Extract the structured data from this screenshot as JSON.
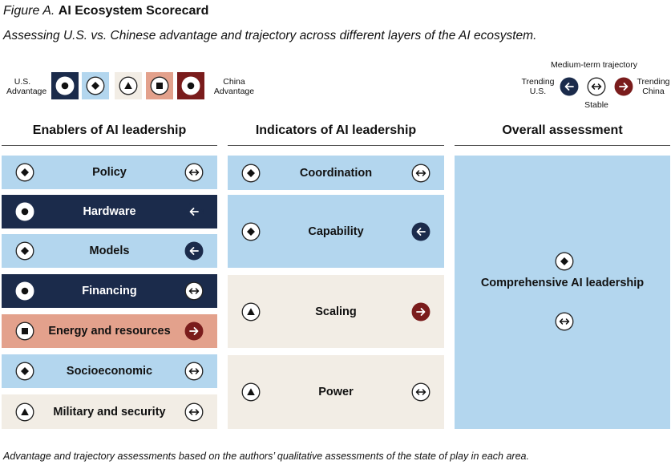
{
  "header": {
    "figure_label": "Figure A.",
    "figure_name": "AI Ecosystem Scorecard",
    "subtitle": "Assessing U.S. vs. Chinese advantage and trajectory across different layers of the AI ecosystem."
  },
  "colors": {
    "us_strong": "#1b2b4b",
    "us_lean": "#b3d6ee",
    "neutral": "#f2ede5",
    "china_lean": "#e3a18c",
    "china_strong": "#7a1c1c"
  },
  "legend": {
    "left_label_line1": "U.S.",
    "left_label_line2": "Advantage",
    "right_label_line1": "China",
    "right_label_line2": "Advantage",
    "swatches": [
      {
        "level": "us-strong",
        "icon": "circle-icon"
      },
      {
        "level": "us-lean",
        "icon": "diamond-icon"
      },
      {
        "level": "even",
        "icon": "triangle-icon"
      },
      {
        "level": "china-lean",
        "icon": "square-icon"
      },
      {
        "level": "china-strong",
        "icon": "circle-icon"
      }
    ]
  },
  "trajectory_legend": {
    "title": "Medium-term trajectory",
    "left_line1": "Trending",
    "left_line2": "U.S.",
    "center": "Stable",
    "right_line1": "Trending",
    "right_line2": "China"
  },
  "columns": {
    "enablers": "Enablers of AI leadership",
    "indicators": "Indicators of AI leadership",
    "overall": "Overall assessment"
  },
  "enablers": [
    {
      "label": "Policy",
      "advantage": "us-lean",
      "trajectory": "stable"
    },
    {
      "label": "Hardware",
      "advantage": "us-strong",
      "trajectory": "trending-us"
    },
    {
      "label": "Models",
      "advantage": "us-lean",
      "trajectory": "trending-us"
    },
    {
      "label": "Financing",
      "advantage": "us-strong",
      "trajectory": "stable"
    },
    {
      "label": "Energy and resources",
      "advantage": "china-lean",
      "trajectory": "trending-china"
    },
    {
      "label": "Socioeconomic",
      "advantage": "us-lean",
      "trajectory": "stable"
    },
    {
      "label": "Military and security",
      "advantage": "even",
      "trajectory": "stable"
    }
  ],
  "indicators": [
    {
      "label": "Coordination",
      "advantage": "us-lean",
      "trajectory": "stable"
    },
    {
      "label": "Capability",
      "advantage": "us-lean",
      "trajectory": "trending-us"
    },
    {
      "label": "Scaling",
      "advantage": "even",
      "trajectory": "trending-china"
    },
    {
      "label": "Power",
      "advantage": "even",
      "trajectory": "stable"
    }
  ],
  "overall": {
    "label": "Comprehensive AI leadership",
    "advantage": "us-lean",
    "trajectory": "stable"
  },
  "footnote": "Advantage and trajectory assessments based on the authors’ qualitative assessments of the state of play in each area."
}
